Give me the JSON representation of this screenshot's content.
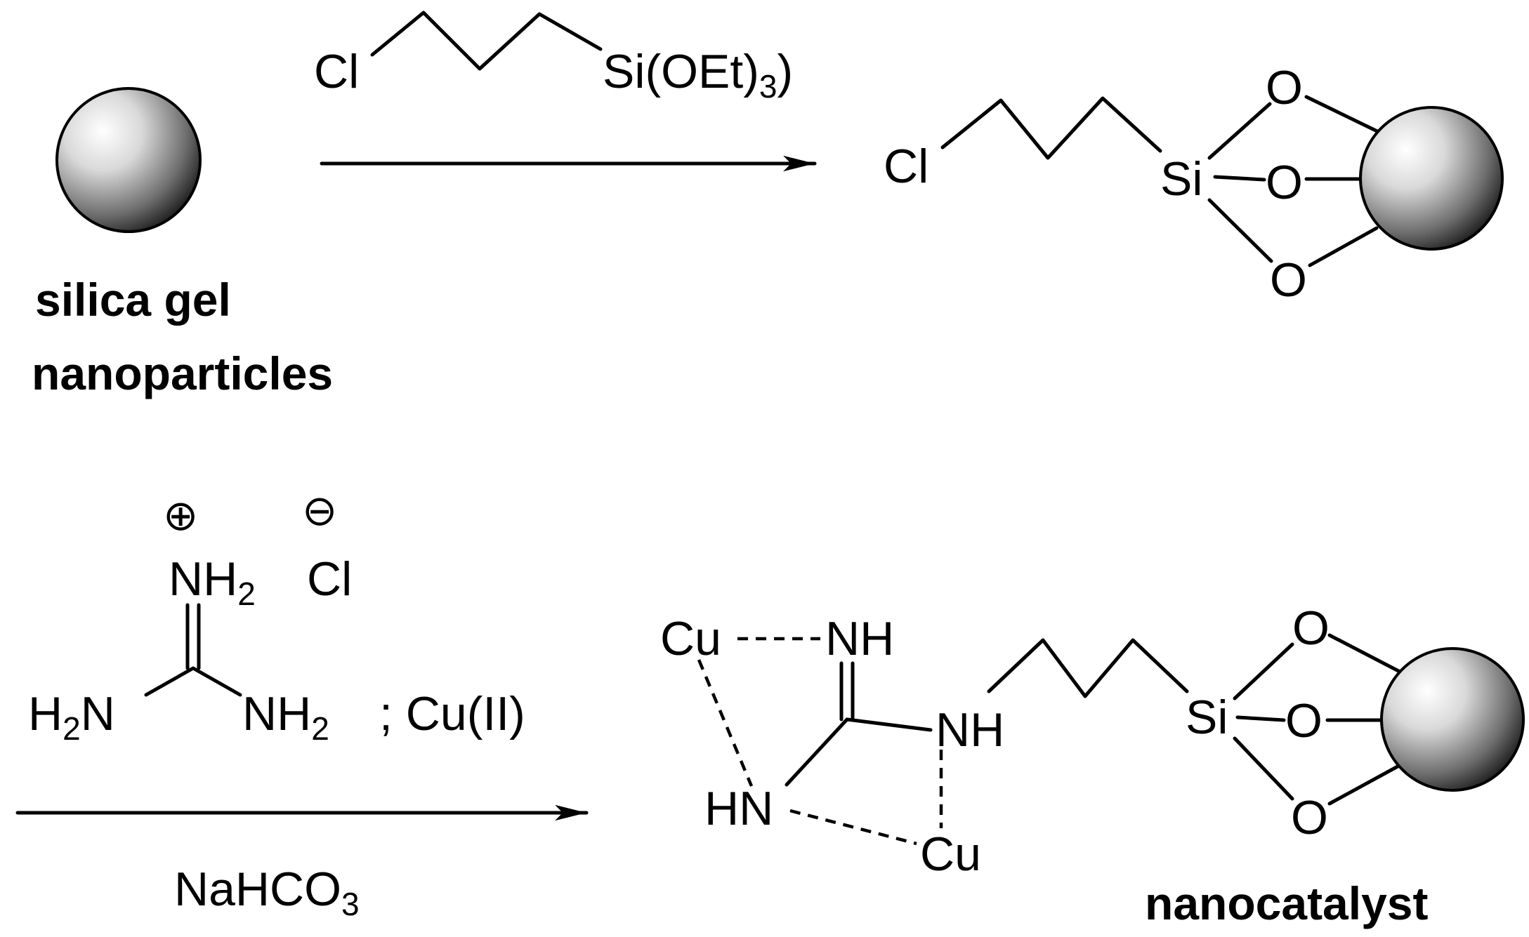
{
  "step1": {
    "starting_material_label_line1": "silica gel",
    "starting_material_label_line2": "nanoparticles",
    "reagent": {
      "cl": "Cl",
      "si": "Si(OEt)",
      "sub": "3"
    },
    "product": {
      "cl": "Cl",
      "si": "Si",
      "o1": "O",
      "o2": "O",
      "o3": "O"
    }
  },
  "step2": {
    "guanidinium": {
      "plus": "⊕",
      "minus": "⊖",
      "nh2_top": "NH",
      "nh2_top_sub": "2",
      "cl": "Cl",
      "h2n_h": "H",
      "h2n_sub": "2",
      "h2n_n": "N",
      "nh2_right": "NH",
      "nh2_right_sub": "2",
      "copper": "; Cu(II)"
    },
    "base": {
      "text": "NaHCO",
      "sub": "3"
    }
  },
  "product": {
    "cu_top": "Cu",
    "nh_top": "NH",
    "nh_mid": "NH",
    "hn": "HN",
    "cu_bottom": "Cu",
    "si": "Si",
    "o1": "O",
    "o2": "O",
    "o3": "O",
    "label": "nanocatalyst"
  },
  "colors": {
    "ink": "#000000",
    "sphere_light": "#ffffff",
    "sphere_dark": "#1a1a1a"
  }
}
